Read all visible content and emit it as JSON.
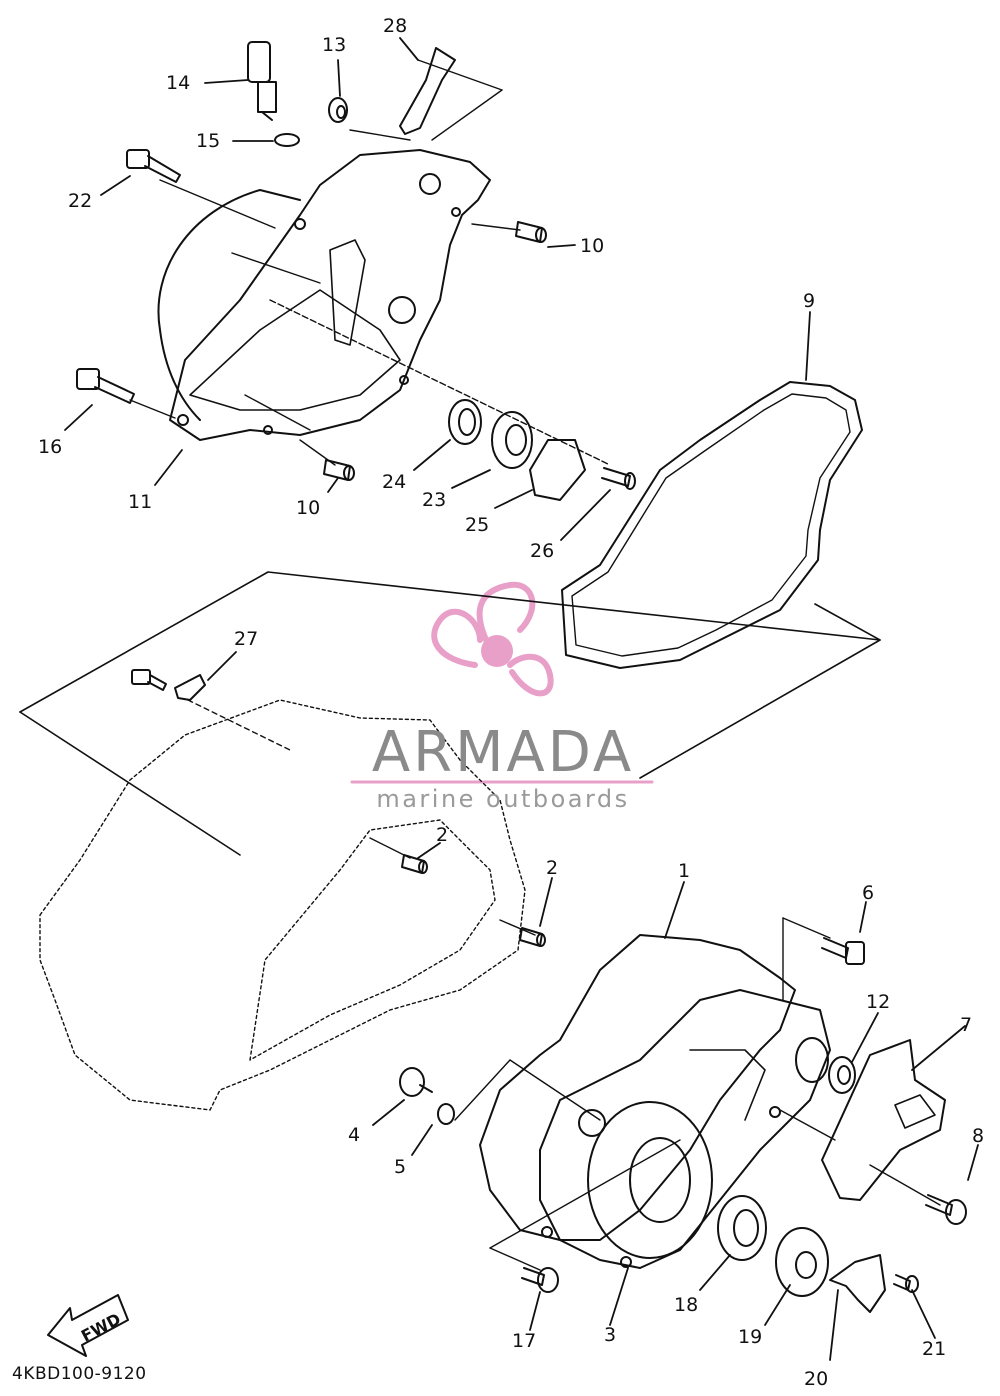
{
  "brand": {
    "name": "ARMADA",
    "tagline": "marine outboards",
    "logo_color": "#e8a0c8",
    "text_color": "#8a8a8a"
  },
  "diagram_code": "4KBD100-9120",
  "direction_indicator": "FWD",
  "parts": [
    {
      "id": "1",
      "label": "1"
    },
    {
      "id": "2a",
      "label": "2"
    },
    {
      "id": "2b",
      "label": "2"
    },
    {
      "id": "3",
      "label": "3"
    },
    {
      "id": "4",
      "label": "4"
    },
    {
      "id": "5",
      "label": "5"
    },
    {
      "id": "6",
      "label": "6"
    },
    {
      "id": "7",
      "label": "7"
    },
    {
      "id": "8",
      "label": "8"
    },
    {
      "id": "9",
      "label": "9"
    },
    {
      "id": "10a",
      "label": "10"
    },
    {
      "id": "10b",
      "label": "10"
    },
    {
      "id": "11",
      "label": "11"
    },
    {
      "id": "12",
      "label": "12"
    },
    {
      "id": "13",
      "label": "13"
    },
    {
      "id": "14",
      "label": "14"
    },
    {
      "id": "15",
      "label": "15"
    },
    {
      "id": "16",
      "label": "16"
    },
    {
      "id": "17",
      "label": "17"
    },
    {
      "id": "18",
      "label": "18"
    },
    {
      "id": "19",
      "label": "19"
    },
    {
      "id": "20",
      "label": "20"
    },
    {
      "id": "21",
      "label": "21"
    },
    {
      "id": "22",
      "label": "22"
    },
    {
      "id": "23",
      "label": "23"
    },
    {
      "id": "24",
      "label": "24"
    },
    {
      "id": "25",
      "label": "25"
    },
    {
      "id": "26",
      "label": "26"
    },
    {
      "id": "27",
      "label": "27"
    },
    {
      "id": "28",
      "label": "28"
    }
  ]
}
